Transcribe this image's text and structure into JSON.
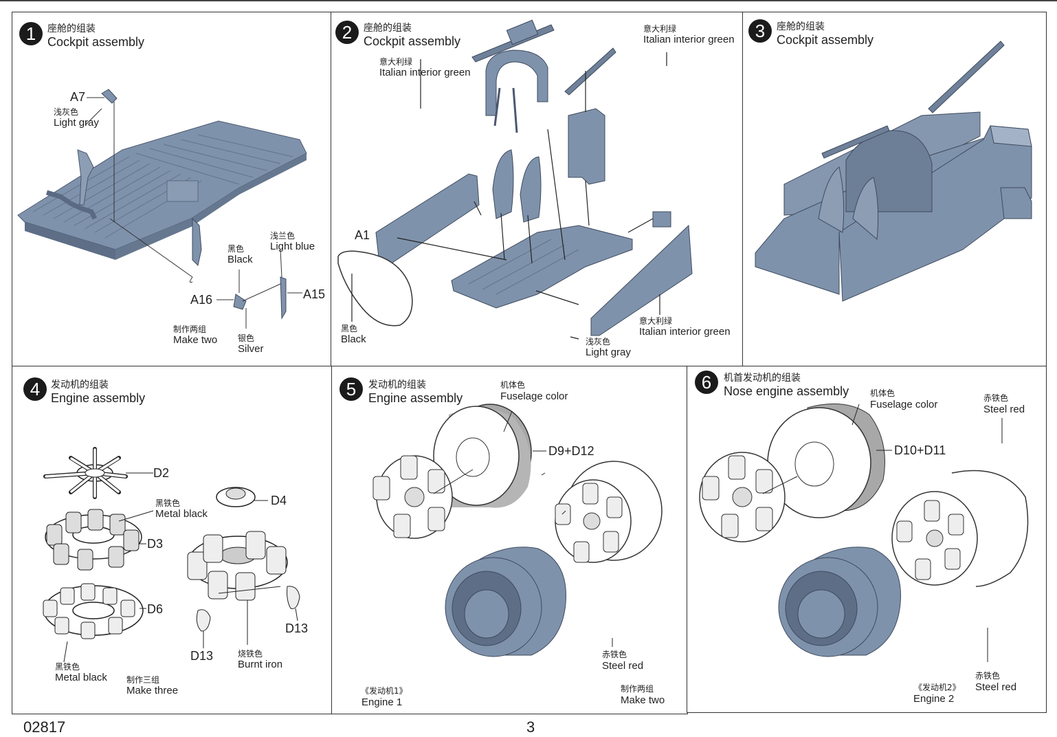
{
  "steps": [
    {
      "num": "1",
      "cn": "座舱的组装",
      "en": "Cockpit assembly"
    },
    {
      "num": "2",
      "cn": "座舱的组装",
      "en": "Cockpit assembly"
    },
    {
      "num": "3",
      "cn": "座舱的组装",
      "en": "Cockpit assembly"
    },
    {
      "num": "4",
      "cn": "发动机的组装",
      "en": "Engine assembly"
    },
    {
      "num": "5",
      "cn": "发动机的组装",
      "en": "Engine assembly"
    },
    {
      "num": "6",
      "cn": "机首发动机的组装",
      "en": "Nose engine assembly"
    }
  ],
  "step1": {
    "a7": "A7",
    "a16": "A16",
    "a15": "A15",
    "lightgray_cn": "浅灰色",
    "lightgray_en": "Light gray",
    "black_cn": "黑色",
    "black_en": "Black",
    "lightblue_cn": "浅兰色",
    "lightblue_en": "Light blue",
    "make_cn": "制作两组",
    "make_en": "Make two",
    "silver_cn": "银色",
    "silver_en": "Silver"
  },
  "step2": {
    "green1_cn": "意大利绿",
    "green1_en": "Italian interior green",
    "green2_cn": "意大利绿",
    "green2_en": "Italian interior green",
    "green3_cn": "意大利绿",
    "green3_en": "Italian interior green",
    "a1": "A1",
    "black_cn": "黑色",
    "black_en": "Black",
    "lightgray_cn": "浅灰色",
    "lightgray_en": "Light gray"
  },
  "step4": {
    "d2": "D2",
    "d3": "D3",
    "d4": "D4",
    "d6": "D6",
    "d13a": "D13",
    "d13b": "D13",
    "metal1_cn": "黑铁色",
    "metal1_en": "Metal black",
    "metal2_cn": "黑铁色",
    "metal2_en": "Metal black",
    "make_cn": "制作三组",
    "make_en": "Make three",
    "burnt_cn": "烧铁色",
    "burnt_en": "Burnt iron"
  },
  "step5": {
    "fus_cn": "机体色",
    "fus_en": "Fuselage color",
    "d912": "D9+D12",
    "steel_cn": "赤铁色",
    "steel_en": "Steel red",
    "eng_cn": "《发动机1》",
    "eng_en": "Engine 1",
    "make_cn": "制作两组",
    "make_en": "Make two"
  },
  "step6": {
    "fus_cn": "机体色",
    "fus_en": "Fuselage color",
    "steel1_cn": "赤铁色",
    "steel1_en": "Steel red",
    "d1011": "D10+D11",
    "steel2_cn": "赤铁色",
    "steel2_en": "Steel red",
    "eng_cn": "《发动机2》",
    "eng_en": "Engine 2"
  },
  "footer": {
    "code": "02817",
    "page": "3"
  },
  "colors": {
    "part_fill": "#7f92ab",
    "part_dark": "#5d6e86",
    "part_light": "#a3b2c6",
    "line": "#333333"
  }
}
